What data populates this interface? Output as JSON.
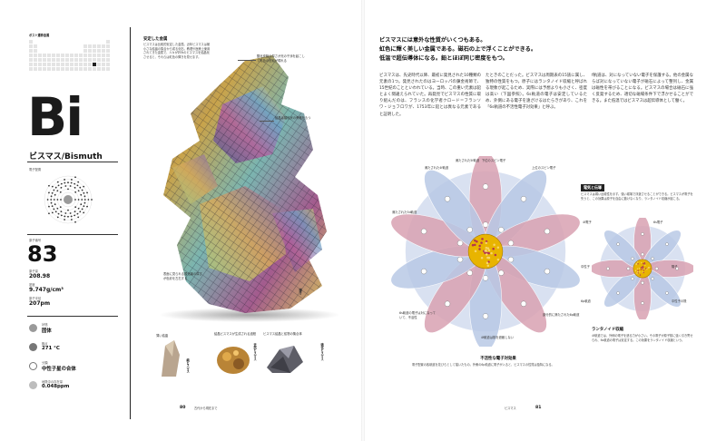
{
  "left_page": {
    "ptable_label": "ボスト遷移金属",
    "symbol": "Bi",
    "name": "ビスマス/Bismuth",
    "electron_config_label": "電子配置",
    "atomic_number_label": "原子番号",
    "atomic_number": "83",
    "properties": [
      {
        "label": "原子量",
        "value": "208.98"
      },
      {
        "label": "密度",
        "value": "9.747g/cm³"
      },
      {
        "label": "原子半径",
        "value": "207pm"
      }
    ],
    "states": [
      {
        "icon": "state-icon",
        "label": "状態",
        "value": "固体"
      },
      {
        "icon": "thermometer-icon",
        "label": "融点",
        "value": "271 °C"
      },
      {
        "icon": "atom-icon",
        "label": "分類",
        "value": "中性子星の合体"
      },
      {
        "icon": "earth-icon",
        "label": "地殻中の存在量",
        "value": "0.048ppm"
      }
    ],
    "main_caption_title": "安定した金属",
    "main_caption_text": "ビスマスは比較的安定した金属。近年ビスマスは極小さな結晶の集合から成る化石。教理や医療上使用されてきた金属で、人々が好みのビスマスを結晶化させると、それらは虹色の輝きを見せます。",
    "callout_top": "酸化皮膜の厚さが光の干渉を起こして虹色の色彩が現れる",
    "callout_right": "結晶は階段状の骨格をもつ",
    "callout_left": "表面に見られる酸化膜の厚さが色彩を左右する",
    "callout_bottom_label": "輝き",
    "thumbs": [
      {
        "caption": "薄い結晶",
        "label": "純ビスマス"
      },
      {
        "caption": "結晶ビスマスが生成される過程",
        "label": "天然ビスマス"
      },
      {
        "caption": "ビスマス結晶と鉱物の集合体",
        "label": "硫化ビスマス"
      }
    ],
    "page_number": "80",
    "footer": "古代から現在まで"
  },
  "right_page": {
    "headline": [
      "ビスマスには意外な性質がいくつもある。",
      "虹色に輝く美しい金属である。磁石の上で浮くことができる。",
      "低温で超伝導体になる。鉛とほぼ同じ密度をもつ。"
    ],
    "col1": "ビスマスは、先史時代以降、最初に発見された10種類の元素の1つ。発見されたのはヨーロッパの錬金術師で、15世紀のことといわれている。当時、この重い元素は鉛とよく間違えられていた。再発見でビスマスの性質に取り組んだのは、フランスの化学者クロード＝フランソワ・ジョフロワが、1753年に鉛とは異なる元素であると証明した。",
    "col2": "たときのことだった。ビスマスは周期表の15族に属し、独特の性質をもつ。原子にはランタノイド収縮と呼ばれる現象が起こるため、実際には予想よりも小さく、密度は高い（下図参照）。6s軌道の電子は安定しているため、外側にある電子を遠ざけるはたらきがあり、これを「6s軌道の不活性電子対効果」と呼ぶ。",
    "col3": "f軌道は、対になっていない電子を保護する。他の金属ならば対になっていない電子が磁石によって整列し、金属は磁性を帯びることになる。ビスマスの場合は磁石に強く反発するため、適切な磁場条件下で浮かせることができる。また低温ではビスマスは超伝導体として働く。",
    "box_title": "電気と伝導",
    "box_text": "ビスマスは弱い反磁性を示す。強い磁場で浮遊させることができる。ビスマスが電子を失うと、この効果は原子を自由に動けなくなり、ランタノイド収縮が起こる。",
    "box2_title": "ランタノイド収縮",
    "box2_text": "4f軌道では、外側の電子を遮る力が小さい。その電子が原子核に強く引き寄せられ、6s軌道の電子は安定する。この効果をランタノイド収縮という。",
    "diagram_title": "不活性な電子対効果",
    "diagram_caption": "電子配置の各軌道を花びらとして描いたもの。外側の6p軌道に電子が入ると、ビスマスの性質は独特になる。",
    "orbital_labels": [
      "満たされた4f軌道",
      "満たされた5f軌道",
      "下位のスピン電子",
      "上位のスピン電子",
      "満たされた5d軌道",
      "満たされた4s軌道",
      "6s軌道の電子は対になっていて、不活性",
      "部分的に満たされた6p軌道",
      "4f軌道は核を遮蔽しない"
    ],
    "small_diagram_labels": [
      "4f電子",
      "6s電子",
      "5d電子",
      "中性子",
      "陽子",
      "6p軌道",
      "中性子の殻"
    ],
    "page_number": "81",
    "footer": "ビスマス"
  },
  "colors": {
    "petal_pink": "#d9a2b2",
    "petal_blue": "#b9c9e6",
    "nucleus": "#e8b400",
    "accent_dark": "#222222"
  }
}
